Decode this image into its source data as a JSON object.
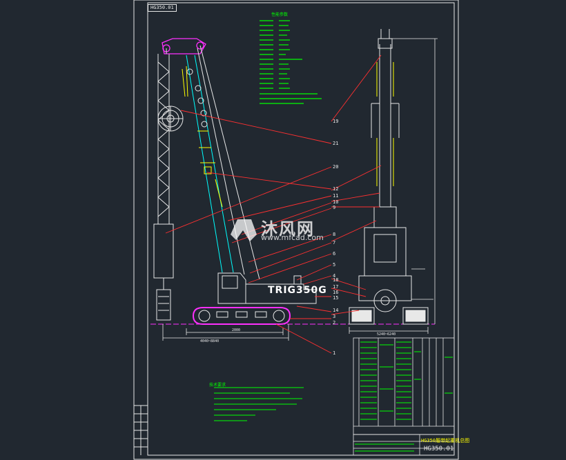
{
  "drawing": {
    "frame_label": "HG350.01",
    "crane_label": "TRIG350G",
    "drawing_number": "HG350.01",
    "project_name": "HG350履带起重机总图",
    "parameter_table_title": "性能参数",
    "notes_title": "技术要求",
    "dimension_mid": "2000",
    "dimension_left": "4040~8840",
    "dimension_right": "5240~6240"
  },
  "watermark": {
    "brand": "沐风网",
    "url": "www.mfcad.com"
  },
  "callouts": [
    "19",
    "21",
    "20",
    "12",
    "11",
    "10",
    "9",
    "8",
    "7",
    "6",
    "5",
    "4",
    "18",
    "17",
    "16",
    "15",
    "14",
    "3",
    "2",
    "1"
  ],
  "colors": {
    "background": "#212830",
    "line_white": "#e8e8e8",
    "line_green": "#00ff00",
    "line_yellow": "#ffff00",
    "line_red": "#ff3030",
    "line_magenta": "#ff30ff",
    "line_cyan": "#00ffff"
  }
}
